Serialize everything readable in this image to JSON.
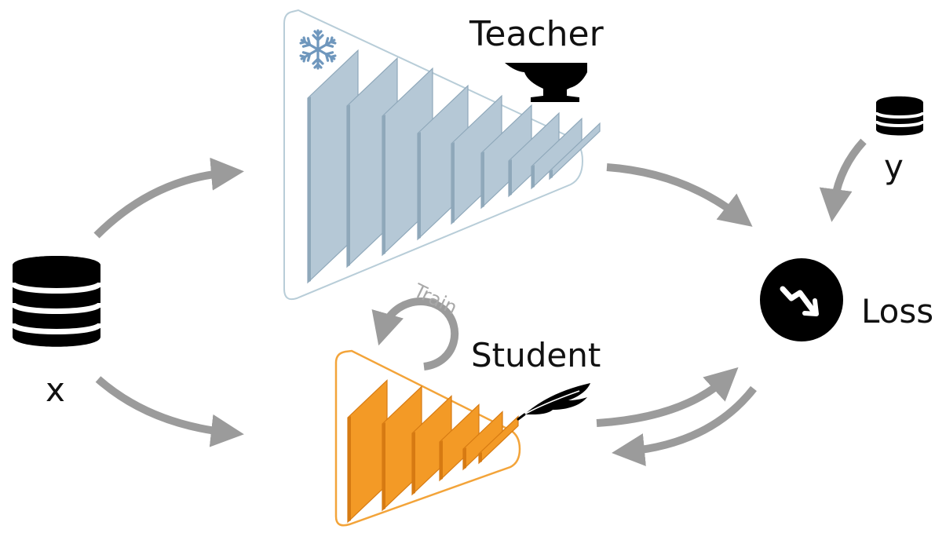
{
  "labels": {
    "teacher": "Teacher",
    "student": "Student",
    "loss": "Loss",
    "x": "x",
    "y": "y",
    "train": "Train"
  },
  "colors": {
    "teacher_layer": "#b5c8d6",
    "teacher_layer_edge": "#8fa8ba",
    "teacher_outline": "#b8cdd8",
    "student_layer": "#f39a26",
    "student_layer_edge": "#d67a12",
    "student_outline": "#f3a43a",
    "arrow": "#9b9b9b",
    "icon": "#000000",
    "snowflake": "#6f97bd"
  },
  "icons": {
    "x_source": "database-icon",
    "y_source": "database-icon",
    "teacher_badge": "anvil-icon",
    "teacher_frozen": "snowflake-icon",
    "student_badge": "feather-icon",
    "loss": "trend-down-icon",
    "train_loop": "circular-arrow-icon"
  }
}
